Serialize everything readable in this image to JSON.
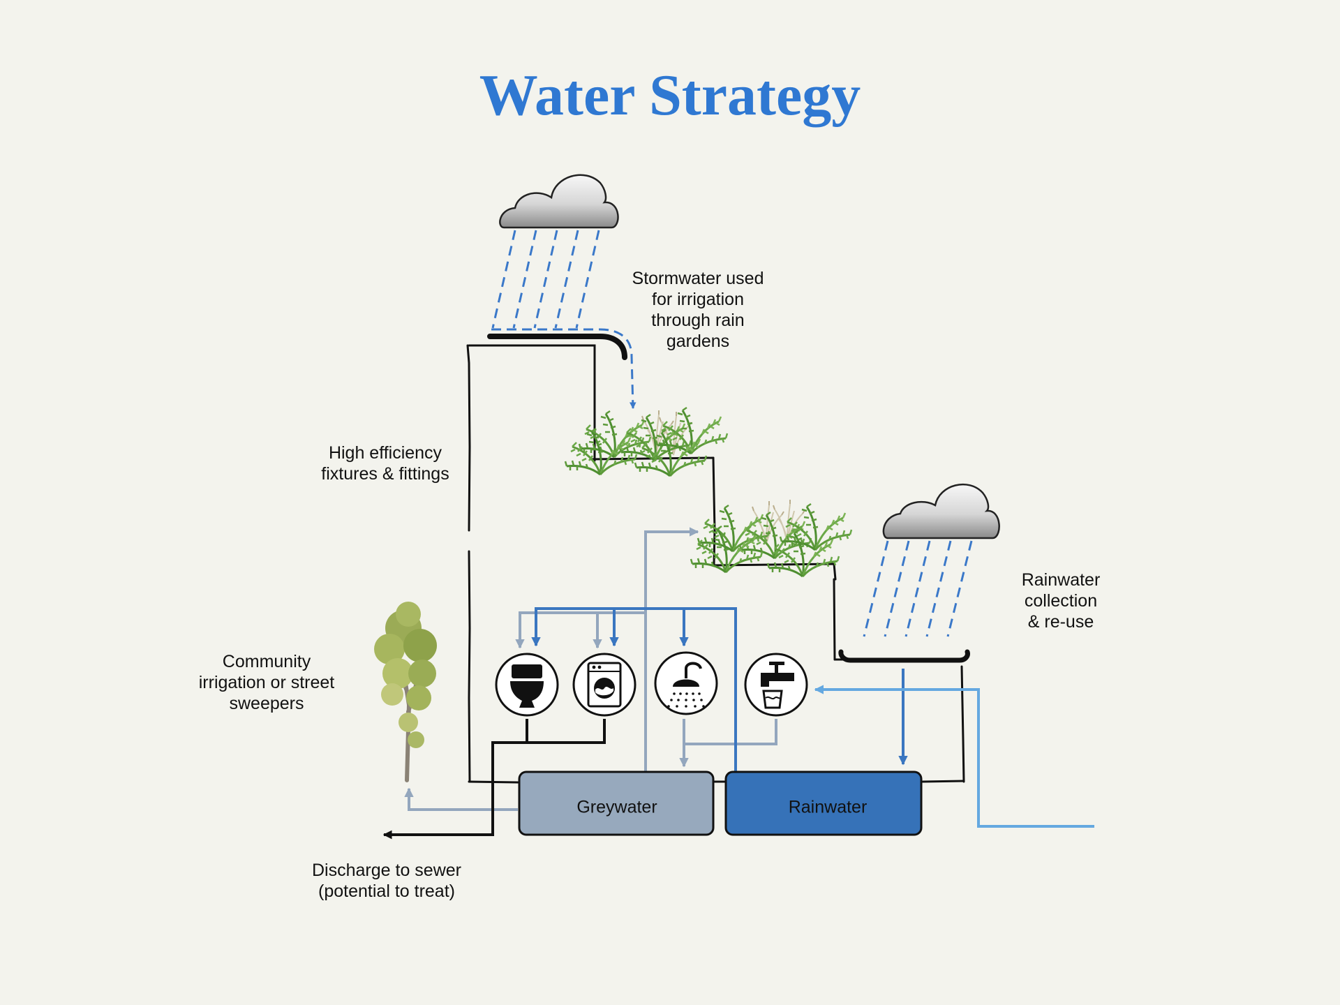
{
  "title": "Water Strategy",
  "labels": {
    "stormwater": [
      "Stormwater used",
      "for irrigation",
      "through rain",
      "gardens"
    ],
    "fixtures": [
      "High efficiency",
      "fixtures & fittings"
    ],
    "community": [
      "Community",
      "irrigation or street",
      "sweepers"
    ],
    "rainwater_collection": [
      "Rainwater",
      "collection",
      "& re-use"
    ],
    "discharge": [
      "Discharge to sewer",
      "(potential to treat)"
    ]
  },
  "tanks": {
    "greywater": "Greywater",
    "rainwater": "Rainwater"
  },
  "fixture_icons": [
    "toilet-icon",
    "washing-machine-icon",
    "shower-icon",
    "tap-icon"
  ],
  "decor_icons": [
    "cloud-icon",
    "rain-icon",
    "plant-icon",
    "tree-icon"
  ],
  "colors": {
    "title": "#2f78d2",
    "rain": "#3a78c9",
    "greywater_line": "#93a6bd",
    "rainwater_line": "#3a76c0",
    "mains_line": "#64a8e0",
    "greywater_tank": "#97a9bd",
    "rainwater_tank": "#3672b8",
    "outline": "#111111"
  }
}
